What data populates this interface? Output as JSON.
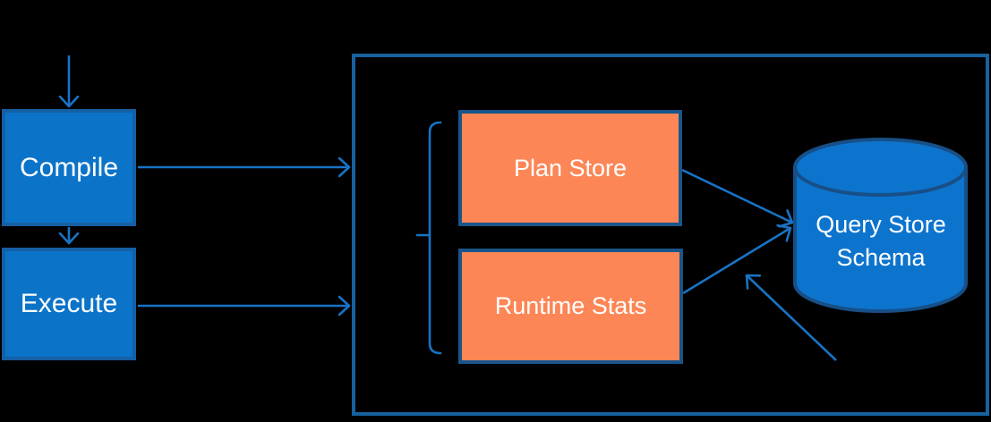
{
  "canvas": {
    "background": "#000000"
  },
  "colors": {
    "blue_fill": "#0b73c8",
    "blue_border": "#1560a4",
    "frame_border": "#17629e",
    "orange_fill": "#fc8656",
    "orange_border": "#19558a",
    "cylinder_fill": "#0d74ce",
    "cylinder_border": "#174f87",
    "arrow": "#1873c5",
    "label_text": "#ffffff"
  },
  "nodes": {
    "compile": {
      "label": "Compile"
    },
    "execute": {
      "label": "Execute"
    },
    "plan_store": {
      "label": "Plan Store"
    },
    "runtime_stats": {
      "label": "Runtime Stats"
    },
    "query_store_schema": {
      "label": "Query Store Schema"
    }
  },
  "edges": [
    {
      "from": "top",
      "to": "compile",
      "type": "arrow"
    },
    {
      "from": "compile",
      "to": "execute",
      "type": "arrow"
    },
    {
      "from": "compile",
      "to": "query-store-frame",
      "type": "arrow"
    },
    {
      "from": "execute",
      "to": "query-store-frame",
      "type": "arrow"
    },
    {
      "from": "plan_store",
      "to": "query_store_schema",
      "type": "arrow"
    },
    {
      "from": "runtime_stats",
      "to": "query_store_schema",
      "type": "arrow"
    },
    {
      "from": "lower-right",
      "to": "query_store_schema",
      "type": "arrow"
    }
  ]
}
